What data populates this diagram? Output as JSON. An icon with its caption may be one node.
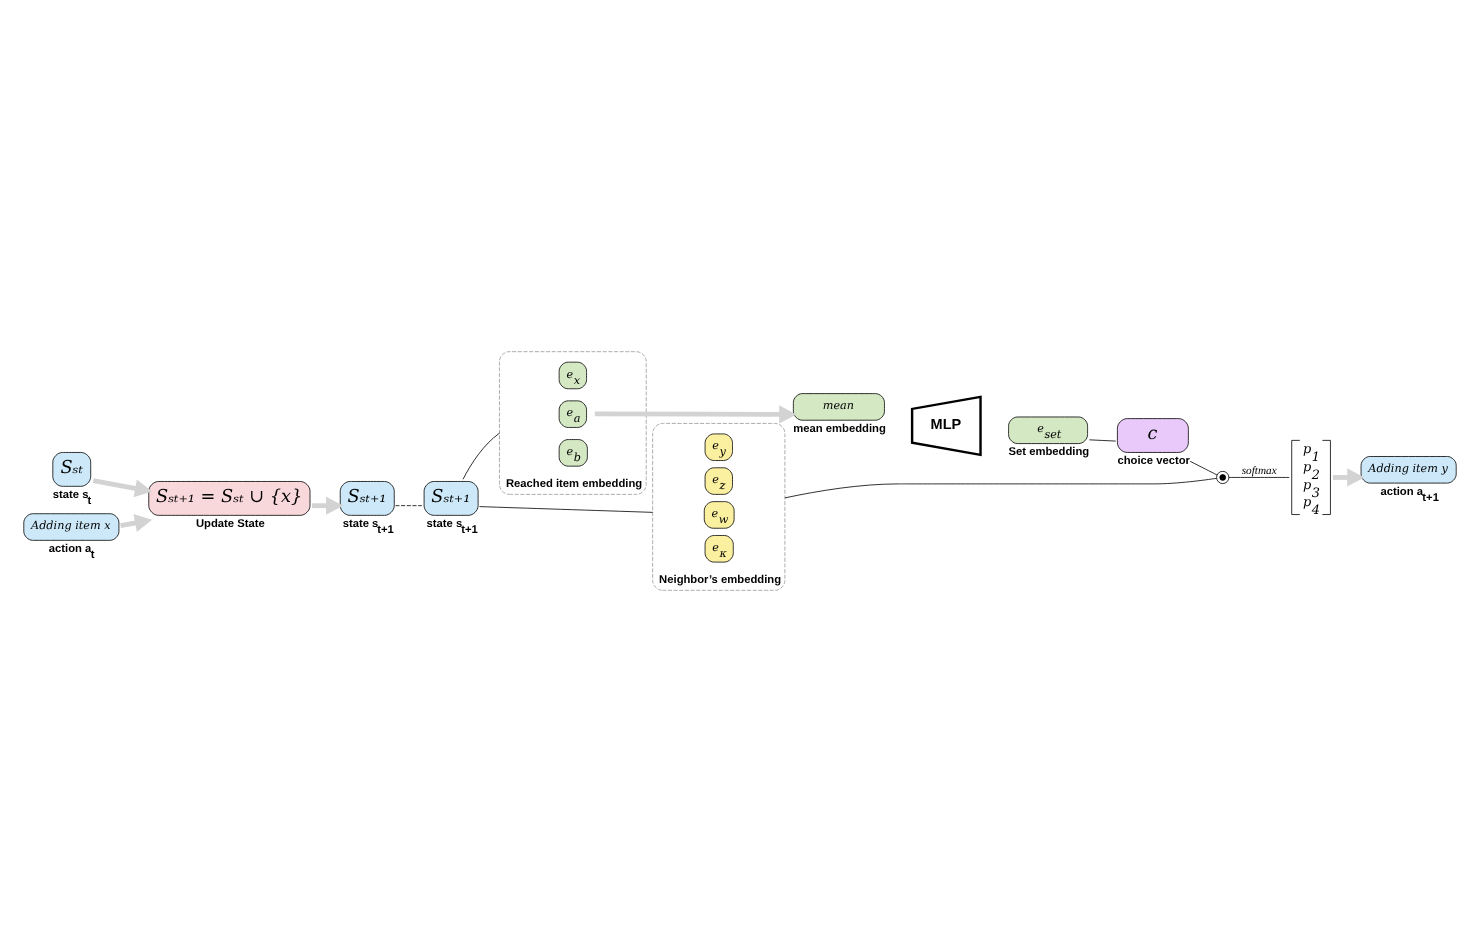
{
  "diagram": {
    "nodes": [
      {
        "text": [
          "Sₛₜ"
        ],
        "beside": [
          "state s$_{t}$"
        ]
      },
      {
        "text": [
          "Adding item x"
        ],
        "beside": [
          "action a$_{t}$"
        ]
      },
      {
        "text": [
          "Sₛₜ₊₁ = Sₛₜ ∪ {x}"
        ],
        "beside": [
          "Update State"
        ]
      },
      {
        "text": [
          "Sₛₜ₊₁"
        ],
        "beside": [
          "state s$_{t+1}$"
        ]
      },
      {
        "text": [
          "Sₛₜ₊₁"
        ],
        "beside": [
          "state s$_{t+1}$"
        ]
      },
      {
        "text": [
          "Reached item embedding"
        ]
      },
      {
        "text": [
          "e$_{x}$"
        ],
        "in": 5
      },
      {
        "text": [
          "e$_{a}$"
        ],
        "in": 5
      },
      {
        "text": [
          "e$_{b}$"
        ],
        "in": 5
      },
      {
        "text": [
          "mean"
        ],
        "beside": [
          "mean embedding"
        ]
      },
      {
        "text": [
          "MLP"
        ]
      },
      {
        "text": [
          "e$_{set}$"
        ],
        "beside": [
          "Set embedding"
        ]
      },
      {
        "text": [
          "c"
        ],
        "beside": [
          "choice vector"
        ]
      },
      {
        "text": [
          "Neighbor’s embedding"
        ]
      },
      {
        "text": [
          "e$_{y}$"
        ],
        "in": 13
      },
      {
        "text": [
          "e$_{z}$"
        ],
        "in": 13
      },
      {
        "text": [
          "e$_{w}$"
        ],
        "in": 13
      },
      {
        "text": [
          "e$_{κ}$"
        ],
        "in": 13
      },
      {
        "text": [],
        "shape": "circle"
      },
      {
        "text": [
          "p$_{1}$",
          "p$_{2}$",
          "p$_{3}$",
          "p$_{4}$"
        ]
      },
      {
        "text": [
          "Adding item y"
        ],
        "beside": [
          "action a$_{t+1}$"
        ]
      }
    ],
    "edges": [
      {
        "from": 0,
        "to": 2,
        "arrow": "to",
        "style": "thick",
        "color": "#d3d3d3"
      },
      {
        "from": 1,
        "to": 2,
        "arrow": "to",
        "style": "thick",
        "color": "#d3d3d3"
      },
      {
        "from": 2,
        "to": 3,
        "arrow": "to",
        "style": "thick",
        "color": "#d3d3d3"
      },
      {
        "from": 3,
        "to": 4,
        "arrow": "none",
        "style": "dashed"
      },
      {
        "from": 4,
        "to": 5,
        "arrow": "none"
      },
      {
        "from": 4,
        "to": 13,
        "arrow": "none"
      },
      {
        "from": 7,
        "to": 9,
        "arrow": "to",
        "style": "thick",
        "color": "#d3d3d3"
      },
      {
        "from": 11,
        "to": 12,
        "arrow": "none"
      },
      {
        "from": 12,
        "to": 18,
        "arrow": "none"
      },
      {
        "from": 13,
        "to": 18,
        "arrow": "none"
      },
      {
        "from": 18,
        "to": 19,
        "arrow": "none",
        "label": "softmax"
      },
      {
        "from": 19,
        "to": 20,
        "arrow": "to",
        "style": "thick",
        "color": "#d3d3d3"
      }
    ]
  }
}
